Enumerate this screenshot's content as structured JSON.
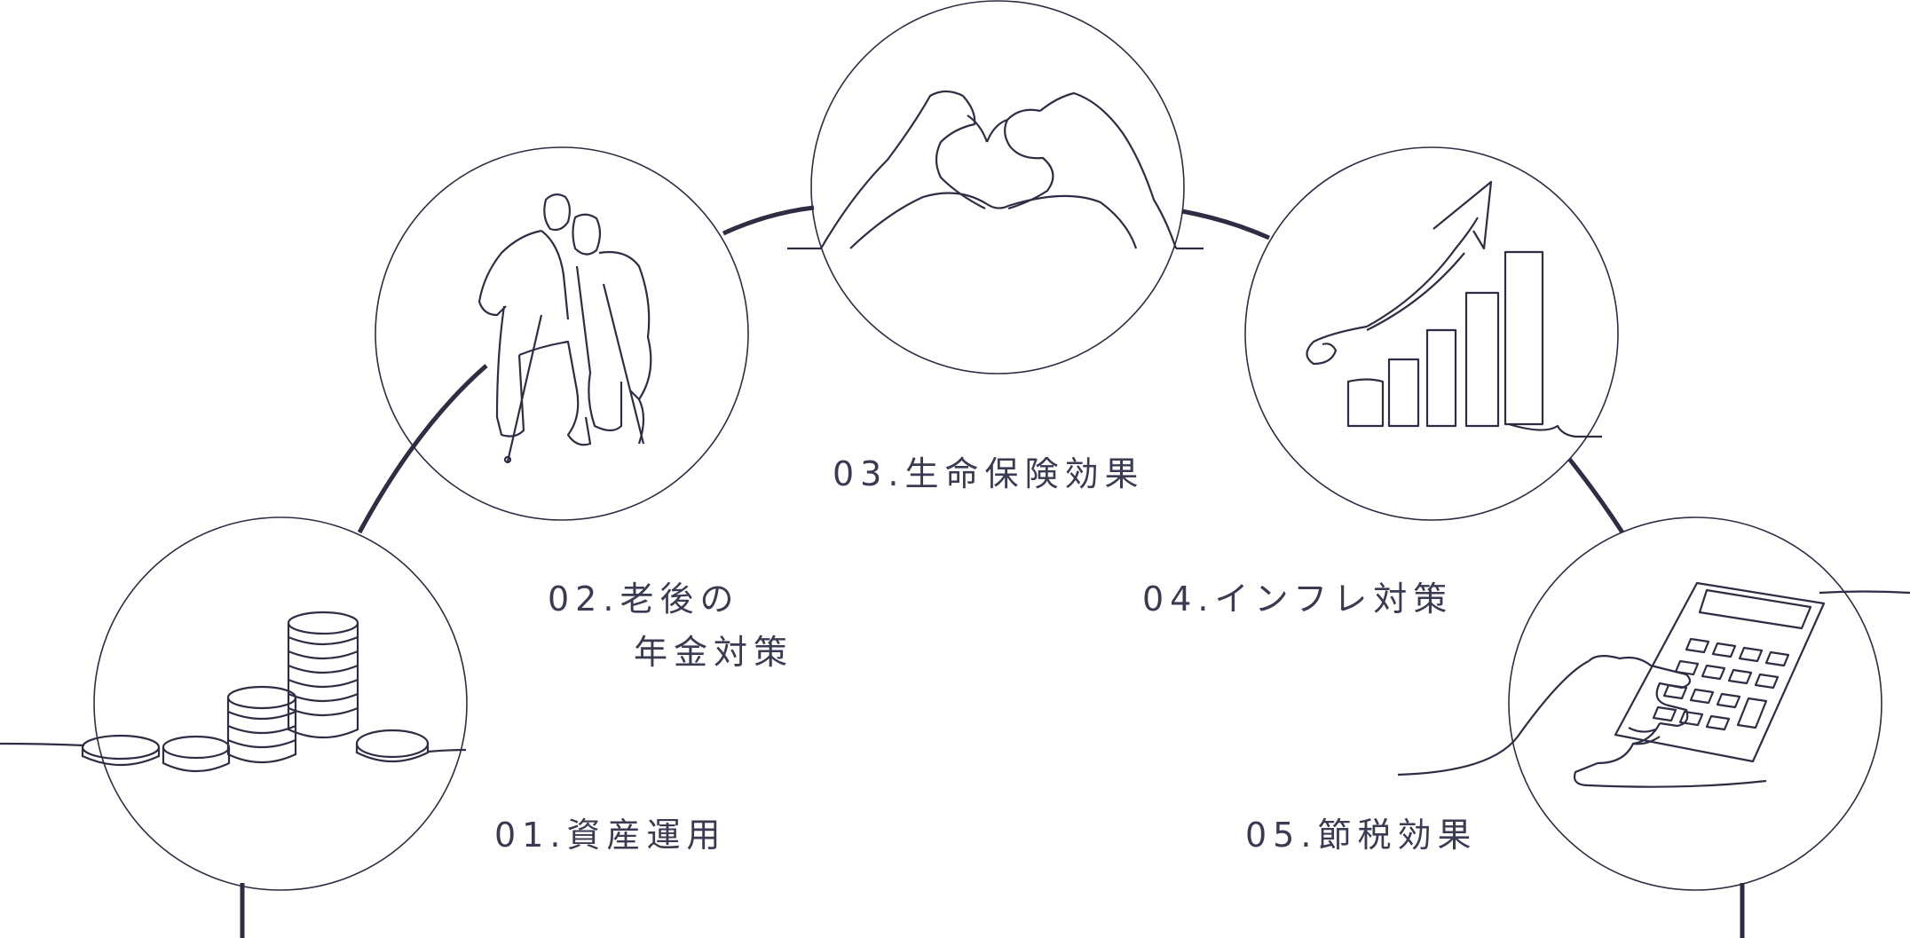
{
  "colors": {
    "line": "#2e2d44",
    "text": "#3a3a52",
    "background": "#ffffff"
  },
  "items": [
    {
      "number": "01.",
      "title": "資産運用",
      "icon": "coin-stack-icon"
    },
    {
      "number": "02.",
      "title_line1": "老後の",
      "title_line2": "年金対策",
      "icon": "elderly-couple-icon"
    },
    {
      "number": "03.",
      "title": "生命保険効果",
      "icon": "heart-hands-icon"
    },
    {
      "number": "04.",
      "title": "インフレ対策",
      "icon": "growth-chart-icon"
    },
    {
      "number": "05.",
      "title": "節税効果",
      "icon": "calculator-icon"
    }
  ]
}
